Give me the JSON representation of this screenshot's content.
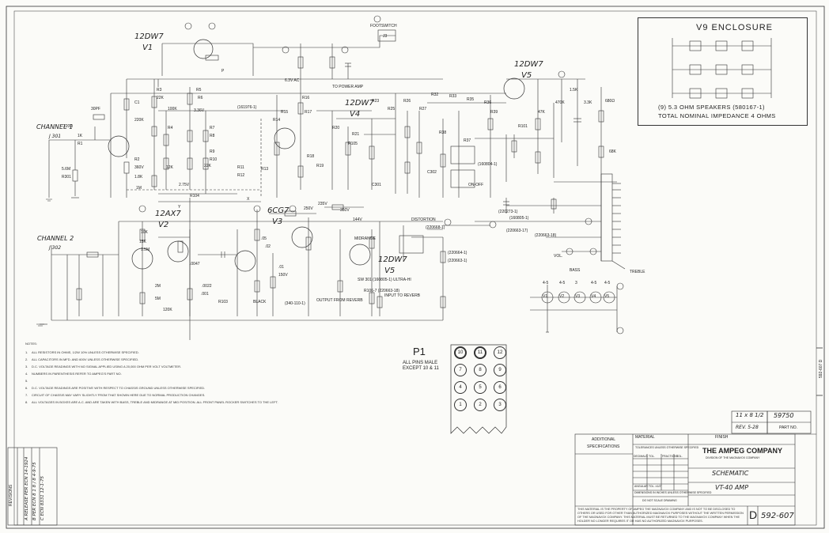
{
  "schematic": {
    "tubes": [
      {
        "ref": "V1",
        "type": "12DW7"
      },
      {
        "ref": "V2",
        "type": "12AX7"
      },
      {
        "ref": "V3",
        "type": "6CG7"
      },
      {
        "ref": "V4",
        "type": "12DW7"
      },
      {
        "ref": "V5",
        "type": "12DW7"
      },
      {
        "ref": "V5",
        "type": "12DW7"
      }
    ],
    "channel_labels": [
      "CHANNEL 1",
      "CHANNEL 2"
    ],
    "jacks": [
      "J 301",
      "J 302",
      "J3"
    ],
    "footswitch": "FOOTSWITCH",
    "components": [
      "220Ω",
      "1K",
      "R1",
      "5.6M",
      "R301",
      "30PF",
      "C1",
      "220K",
      "R2",
      "360V",
      "1.8K",
      "R3",
      "22K",
      "100K",
      "R4",
      "R5",
      "R6",
      "R7",
      "R8",
      "R9",
      "R10",
      "R11",
      "R12",
      "R13",
      "R14",
      "R15",
      "R16",
      "R17",
      "R18",
      "R19",
      "R20",
      "R21",
      "R23",
      "R25",
      "R26",
      "R27",
      "R32",
      "R33",
      "R35",
      "R36",
      "R37",
      "R38",
      "R39",
      "R101",
      "47K",
      "470K",
      "1.5K",
      "3.3K",
      "680Ω",
      "68K",
      "1M",
      "12K",
      "22K",
      "2.75V",
      "3.36V",
      "10K",
      "15K",
      "1.5M",
      "2M",
      "5M",
      "120K",
      ".0047",
      ".0022",
      ".001",
      ".05",
      ".02",
      ".01",
      "150V",
      "250V",
      "235V",
      "350V",
      "144V",
      "DISTORTION",
      "(220668-1)",
      "(220664-1)",
      "(220663-1)",
      "(220273-1)",
      "(160805-1)",
      "(220663-17)",
      "(220663-18)",
      "VOL.",
      "BASS",
      "TREBLE",
      "MIDRANGE",
      "SW 301 (160805-1) ULTRA-HI",
      "R106-7 (220663-18)",
      "INPUT TO REVERB",
      "OUTPUT FROM REVERB",
      "(340-110-1)",
      "BLACK",
      "R103",
      "R104",
      "R105",
      "C301",
      "C302",
      "ON-OFF",
      "(160804-1)",
      "(161976-1)",
      "TO POWER AMP",
      "6.3V AC",
      "Y",
      "X",
      "P"
    ],
    "heater_chain": [
      "V1",
      "V2",
      "V3",
      "V4",
      "V5"
    ],
    "heater_pins": [
      "4-5",
      "4-5",
      "3",
      "4-5",
      "4-5"
    ]
  },
  "enclosure": {
    "title": "V9 ENCLOSURE",
    "line1": "(9) 5.3 OHM SPEAKERS (580167-1)",
    "line2": "TOTAL NOMINAL IMPEDANCE 4 OHMS"
  },
  "plug": {
    "title": "P1",
    "note_line1": "ALL PINS MALE",
    "note_line2": "EXCEPT 10 & 11",
    "pins": [
      "10",
      "11",
      "12",
      "7",
      "8",
      "9",
      "4",
      "5",
      "6",
      "1",
      "2",
      "3"
    ]
  },
  "notes": {
    "heading": "NOTES:",
    "items": [
      {
        "num": "1.",
        "text": "ALL RESISTORS IN OHMS, 1/2W 10% UNLESS OTHERWISE SPECIFIED."
      },
      {
        "num": "2.",
        "text": "ALL CAPACITORS IN MFD. AND 600V UNLESS OTHERWISE SPECIFIED."
      },
      {
        "num": "3.",
        "text": "D.C. VOLTAGE READINGS WITH NO SIGNAL APPLIED USING A 20,000 OHM PER VOLT VOLTMETER."
      },
      {
        "num": "4.",
        "text": "NUMBERS IN PARENTHESIS REFER TO AMPEG'S PART NO."
      },
      {
        "num": "5.",
        "text": ""
      },
      {
        "num": "6.",
        "text": "D.C. VOLTAGE READINGS ARE POSITIVE WITH RESPECT TO CHASSIS GROUND UNLESS OTHERWISE SPECIFIED."
      },
      {
        "num": "7.",
        "text": "CIRCUIT OF CHASSIS MAY VARY SLIGHTLY FROM THAT SHOWN HERE DUE TO NORMAL PRODUCTION CHANGES."
      },
      {
        "num": "8.",
        "text": "ALL VOLTAGES IN BOXES ARE A.C. AND ARE TAKEN WITH BASS, TREBLE AND MIDRANGE AT MID POSITION. ALL FRONT PANEL ROCKER SWITCHES TO THE LEFT."
      }
    ]
  },
  "title_block": {
    "company": "THE AMPEG COMPANY",
    "company_sub": "DIVISION OF THE MAGNAVOX COMPANY",
    "product_line1": "SCHEMATIC",
    "product_line2": "VT-40 AMP",
    "additional_label": "ADDITIONAL",
    "specifications_label": "SPECIFICATIONS",
    "material_label": "MATERIAL",
    "finish_label": "FINISH",
    "tolerances_label": "TOLERANCES UNLESS OTHERWISE SPECIFIED",
    "tol_headers": [
      "DECIMALS",
      "TOL.",
      "FRACTIONS",
      "TOL."
    ],
    "dims_note": "DIMENSIONS IN INCHES UNLESS OTHERWISE SPECIFIED",
    "do_not_scale": "DO NOT SCALE DRAWING",
    "size": "D",
    "drawing_number": "592-607",
    "sheet_size": "11 x 8 1/2",
    "ref_number": "59750",
    "rev_date": "REV. 5-28",
    "part_no_label": "PART NO.",
    "angular_tol": "ANGULAR TOL. ±1/2°",
    "disclaimer": "THIS MATERIAL IS THE PROPERTY OF AMPEG THE MAGNAVOX COMPANY AND IS NOT TO BE DISCLOSED TO OTHERS OR USED FOR OTHER THAN AUTHORIZED MAGNAVOX PURPOSES WITHOUT THE WRITTEN PERMISSION OF THE MAGNAVOX COMPANY. THIS MATERIAL MUST BE RETURNED TO THE MAGNAVOX COMPANY WHEN THE HOLDER NO LONGER REQUIRES IT OR HAS NO AUTHORIZED MAGNAVOX PURPOSES."
  },
  "revisions": {
    "label": "REVISIONS",
    "entries": [
      {
        "letter": "A",
        "text": "RELEASE PER ECN 14-1924"
      },
      {
        "letter": "B",
        "text": "PER ECN 8 1 8 / 8 4-9-75"
      },
      {
        "letter": "C",
        "text": "ECN 8331 12-1-75"
      }
    ]
  },
  "side_stamp": "592-607 D"
}
